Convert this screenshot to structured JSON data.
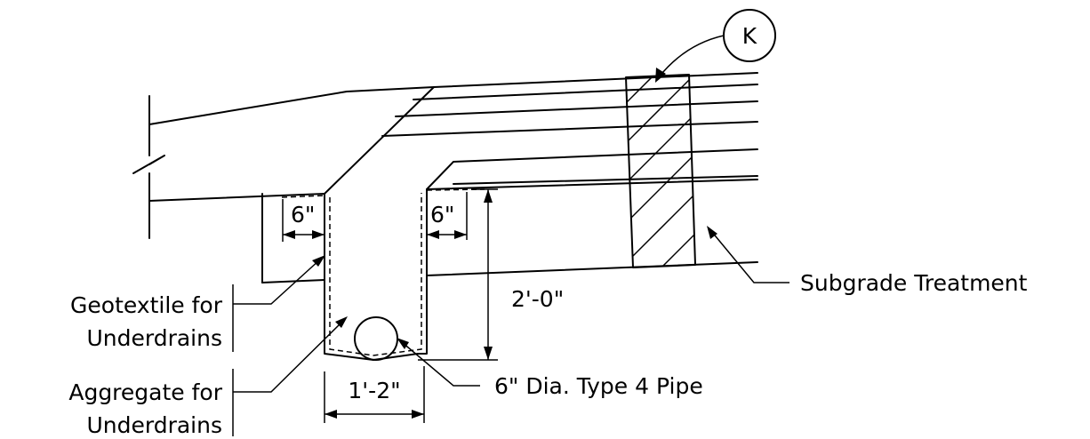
{
  "callout": {
    "symbol": "K"
  },
  "labels": {
    "geotextile": [
      "Geotextile for",
      "Underdrains"
    ],
    "aggregate": [
      "Aggregate for",
      "Underdrains"
    ],
    "subgrade": "Subgrade Treatment",
    "pipe": "6\" Dia. Type 4 Pipe"
  },
  "dimensions": {
    "left_offset": "6\"",
    "right_offset": "6\"",
    "depth": "2'-0\"",
    "width": "1'-2\""
  }
}
